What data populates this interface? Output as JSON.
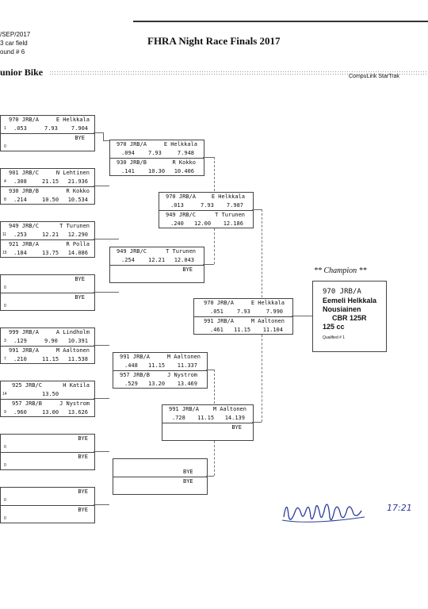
{
  "header": {
    "date": "/SEP/2017",
    "field": "3 car field",
    "round": "ound # 6",
    "title": "FHRA Night Race Finals 2017",
    "class_name": "unior Bike",
    "vendor": "CompuLink StarTrak"
  },
  "round1": [
    {
      "top": {
        "seed": "1",
        "num": "970 JRB/A",
        "name": "E Helkkala",
        "rt": ".053",
        "dial": "7.93",
        "et": "7.904"
      },
      "bottom": {
        "seed": "0",
        "num": "",
        "name": "BYE",
        "rt": "",
        "dial": "",
        "et": ""
      }
    },
    {
      "top": {
        "seed": "4",
        "num": "901 JRB/C",
        "name": "N Lehtinen",
        "rt": ".308",
        "dial": "21.15",
        "et": "21.936"
      },
      "bottom": {
        "seed": "8",
        "num": "930 JRB/B",
        "name": "R Kokko",
        "rt": ".214",
        "dial": "10.50",
        "et": "10.534"
      }
    },
    {
      "top": {
        "seed": "11",
        "num": "949 JRB/C",
        "name": "T Turunen",
        "rt": ".253",
        "dial": "12.21",
        "et": "12.290"
      },
      "bottom": {
        "seed": "15",
        "num": "921 JRB/A",
        "name": "R Polla",
        "rt": ".184",
        "dial": "13.75",
        "et": "14.086"
      }
    },
    {
      "top": {
        "seed": "0",
        "num": "",
        "name": "BYE",
        "rt": "",
        "dial": "",
        "et": ""
      },
      "bottom": {
        "seed": "0",
        "num": "",
        "name": "BYE",
        "rt": "",
        "dial": "",
        "et": ""
      }
    },
    {
      "top": {
        "seed": "3",
        "num": "999 JRB/A",
        "name": "A Lindholm",
        "rt": ".129",
        "dial": "9.90",
        "et": "10.391"
      },
      "bottom": {
        "seed": "7",
        "num": "991 JRB/A",
        "name": "M Aaltonen",
        "rt": ".210",
        "dial": "11.15",
        "et": "11.538"
      }
    },
    {
      "top": {
        "seed": "14",
        "num": "925 JRB/C",
        "name": "H Katila",
        "rt": "",
        "dial": "13.50",
        "et": ""
      },
      "bottom": {
        "seed": "9",
        "num": "957 JRB/B",
        "name": "J Nystrom",
        "rt": ".960",
        "dial": "13.00",
        "et": "13.626"
      }
    },
    {
      "top": {
        "seed": "0",
        "num": "",
        "name": "BYE",
        "rt": "",
        "dial": "",
        "et": ""
      },
      "bottom": {
        "seed": "0",
        "num": "",
        "name": "BYE",
        "rt": "",
        "dial": "",
        "et": ""
      }
    },
    {
      "top": {
        "seed": "0",
        "num": "",
        "name": "BYE",
        "rt": "",
        "dial": "",
        "et": ""
      },
      "bottom": {
        "seed": "0",
        "num": "",
        "name": "BYE",
        "rt": "",
        "dial": "",
        "et": ""
      }
    }
  ],
  "round2": [
    {
      "top": {
        "num": "970 JRB/A",
        "name": "E Helkkala",
        "rt": ".094",
        "dial": "7.93",
        "et": "7.948"
      },
      "bottom": {
        "num": "930 JRB/B",
        "name": "R Kokko",
        "rt": ".141",
        "dial": "10.30",
        "et": "10.406"
      }
    },
    {
      "top": {
        "num": "949 JRB/C",
        "name": "T Turunen",
        "rt": ".254",
        "dial": "12.21",
        "et": "12.043"
      },
      "bottom": {
        "num": "",
        "name": "BYE",
        "rt": "",
        "dial": "",
        "et": ""
      }
    },
    {
      "top": {
        "num": "991 JRB/A",
        "name": "M Aaltonen",
        "rt": ".448",
        "dial": "11.15",
        "et": "11.337"
      },
      "bottom": {
        "num": "957 JRB/B",
        "name": "J Nystrom",
        "rt": ".529",
        "dial": "13.20",
        "et": "13.469"
      }
    },
    {
      "top": {
        "num": "",
        "name": "BYE",
        "rt": "",
        "dial": "",
        "et": ""
      },
      "bottom": {
        "num": "",
        "name": "BYE",
        "rt": "",
        "dial": "",
        "et": ""
      }
    }
  ],
  "round3": [
    {
      "top": {
        "num": "970 JRB/A",
        "name": "E Helkkala",
        "rt": ".013",
        "dial": "7.93",
        "et": "7.987"
      },
      "bottom": {
        "num": "949 JRB/C",
        "name": "T Turunen",
        "rt": ".240",
        "dial": "12.00",
        "et": "12.186"
      }
    },
    {
      "top": {
        "num": "991 JRB/A",
        "name": "M Aaltonen",
        "rt": ".728",
        "dial": "11.15",
        "et": "14.139"
      },
      "bottom": {
        "num": "",
        "name": "BYE",
        "rt": "",
        "dial": "",
        "et": ""
      }
    }
  ],
  "final": {
    "top": {
      "num": "970 JRB/A",
      "name": "E Helkkala",
      "rt": ".051",
      "dial": "7.93",
      "et": "7.990"
    },
    "bottom": {
      "num": "991 JRB/A",
      "name": "M Aaltonen",
      "rt": ".461",
      "dial": "11.15",
      "et": "11.104"
    }
  },
  "champion": {
    "heading": "** Champion **",
    "number": "970 JRB/A",
    "first_name": "Eemeli Helkkala",
    "last_name": "Nousiainen",
    "bike": "CBR 125R",
    "cc": "125 cc",
    "qualified": "Qualified # 1"
  },
  "signature": {
    "time": "17:21"
  }
}
